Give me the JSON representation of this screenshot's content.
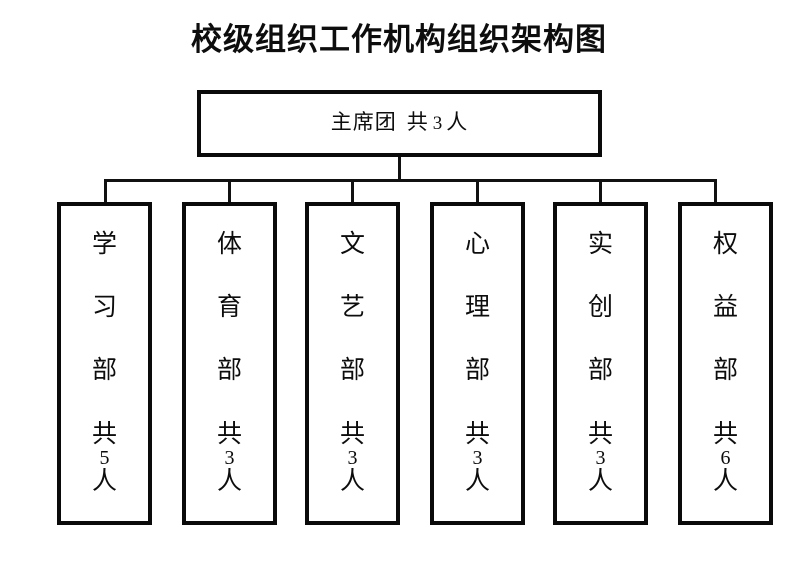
{
  "chart_data": {
    "type": "diagram",
    "diagram_kind": "organization-chart",
    "title": "校级组织工作机构组织架构图",
    "orientation": "top-down",
    "node_text_direction": "vertical",
    "root": {
      "label": "主席团",
      "count_prefix": "共",
      "count": "3",
      "count_suffix": "人",
      "full_text": "主席团 共3人"
    },
    "children": [
      {
        "label": "学习部",
        "chars": [
          "学",
          "习",
          "部"
        ],
        "count_prefix": "共",
        "count": "5",
        "count_suffix": "人",
        "full_text": "学习部共5人"
      },
      {
        "label": "体育部",
        "chars": [
          "体",
          "育",
          "部"
        ],
        "count_prefix": "共",
        "count": "3",
        "count_suffix": "人",
        "full_text": "体育部共3人"
      },
      {
        "label": "文艺部",
        "chars": [
          "文",
          "艺",
          "部"
        ],
        "count_prefix": "共",
        "count": "3",
        "count_suffix": "人",
        "full_text": "文艺部共3人"
      },
      {
        "label": "心理部",
        "chars": [
          "心",
          "理",
          "部"
        ],
        "count_prefix": "共",
        "count": "3",
        "count_suffix": "人",
        "full_text": "心理部共3人"
      },
      {
        "label": "实创部",
        "chars": [
          "实",
          "创",
          "部"
        ],
        "count_prefix": "共",
        "count": "3",
        "count_suffix": "人",
        "full_text": "实创部共3人"
      },
      {
        "label": "权益部",
        "chars": [
          "权",
          "益",
          "部"
        ],
        "count_prefix": "共",
        "count": "6",
        "count_suffix": "人",
        "full_text": "权益部共6人"
      }
    ],
    "colors": {
      "background": "#ffffff",
      "border": "#0a0a0a",
      "text": "#0d0d0d",
      "connector": "#111111"
    }
  }
}
